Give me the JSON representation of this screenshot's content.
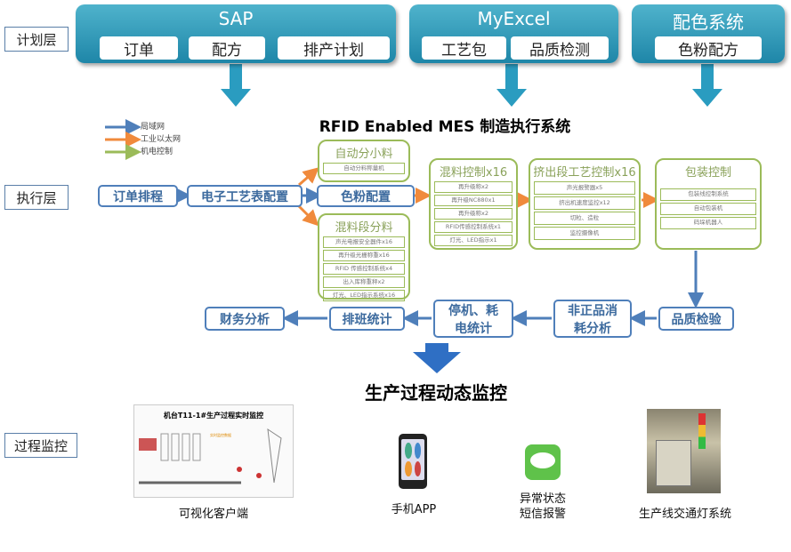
{
  "layers": {
    "plan": "计划层",
    "exec": "执行层",
    "monitor": "过程监控"
  },
  "sap": {
    "title": "SAP",
    "items": [
      "订单",
      "配方",
      "排产计划"
    ]
  },
  "myexcel": {
    "title": "MyExcel",
    "items": [
      "工艺包",
      "品质检测"
    ]
  },
  "color": {
    "title": "配色系统",
    "items": [
      "色粉配方"
    ]
  },
  "mes": {
    "title": "RFID Enabled MES 制造执行系统",
    "legend": [
      "局域网",
      "工业以太网",
      "机电控制"
    ],
    "order": "订单排程",
    "etable": "电子工艺表配置",
    "toner": "色粉配置",
    "auto": {
      "title": "自动分小料",
      "items": [
        "自动分料称量机"
      ]
    },
    "mixseg": {
      "title": "混料段分料",
      "items": [
        "声光电报安全器件x16",
        "再升级光栅称重x16",
        "RFID 传感控制系统x4",
        "出入库称重秤x2",
        "灯光、LED指示系统x16"
      ]
    },
    "mixctl": {
      "title": "混料控制x16",
      "items": [
        "再升级称x2",
        "再升级NC880x1",
        "再升级称x2",
        "RFID传感控制系统x1",
        "灯光、LED指示x1"
      ]
    },
    "extrude": {
      "title": "挤出段工艺控制x16",
      "items": [
        "声光报警器x5",
        "挤出机速度监控x12",
        "切粒、造粒",
        "监控摄像机"
      ]
    },
    "pack": {
      "title": "包装控制",
      "items": [
        "包装线控制系统",
        "自动包装机",
        "码垛机器人"
      ]
    },
    "quality": "品质检验",
    "nonprime": "非正品消耗分析",
    "downtime": "停机、耗电统计",
    "shift": "排班统计",
    "finance": "财务分析"
  },
  "monitor": {
    "title": "生产过程动态监控",
    "screen_title": "机台T11-1#生产过程实时监控",
    "client": "可视化客户端",
    "app": "手机APP",
    "sms": [
      "异常状态",
      "短信报警"
    ],
    "light": "生产线交通灯系统"
  },
  "colors": {
    "blue": "#4f7fba",
    "orange": "#f08a3c",
    "green": "#9bbb59",
    "teal": "#1e86a8"
  }
}
